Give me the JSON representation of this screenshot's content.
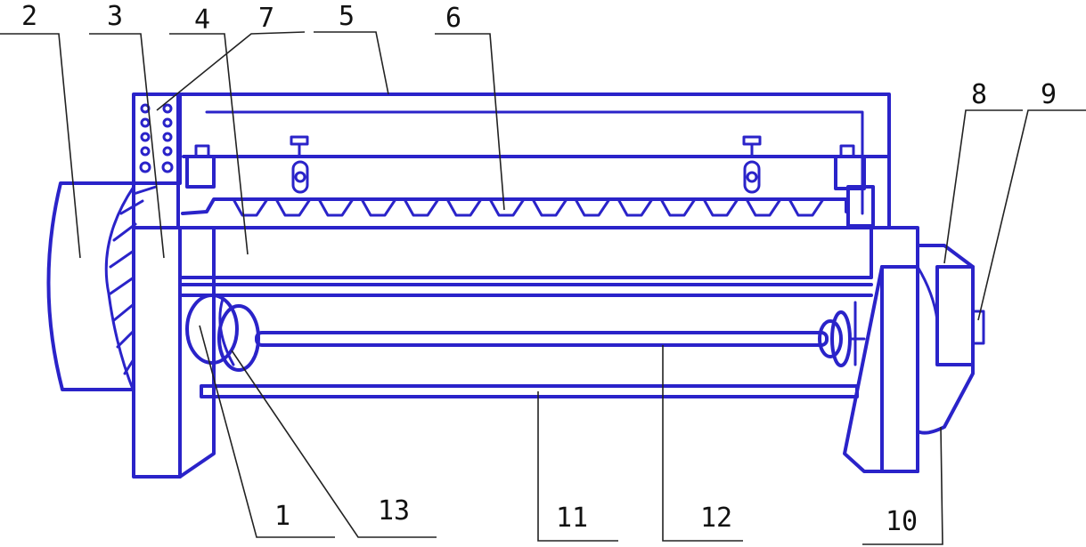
{
  "colors": {
    "machine": "#2a23c9",
    "leader": "#222222",
    "label": "#111111",
    "background": "#ffffff"
  },
  "labels": {
    "l1": "1",
    "l2": "2",
    "l3": "3",
    "l4": "4",
    "l5": "5",
    "l6": "6",
    "l7": "7",
    "l8": "8",
    "l9": "9",
    "l10": "10",
    "l11": "11",
    "l12": "12",
    "l13": "13"
  }
}
